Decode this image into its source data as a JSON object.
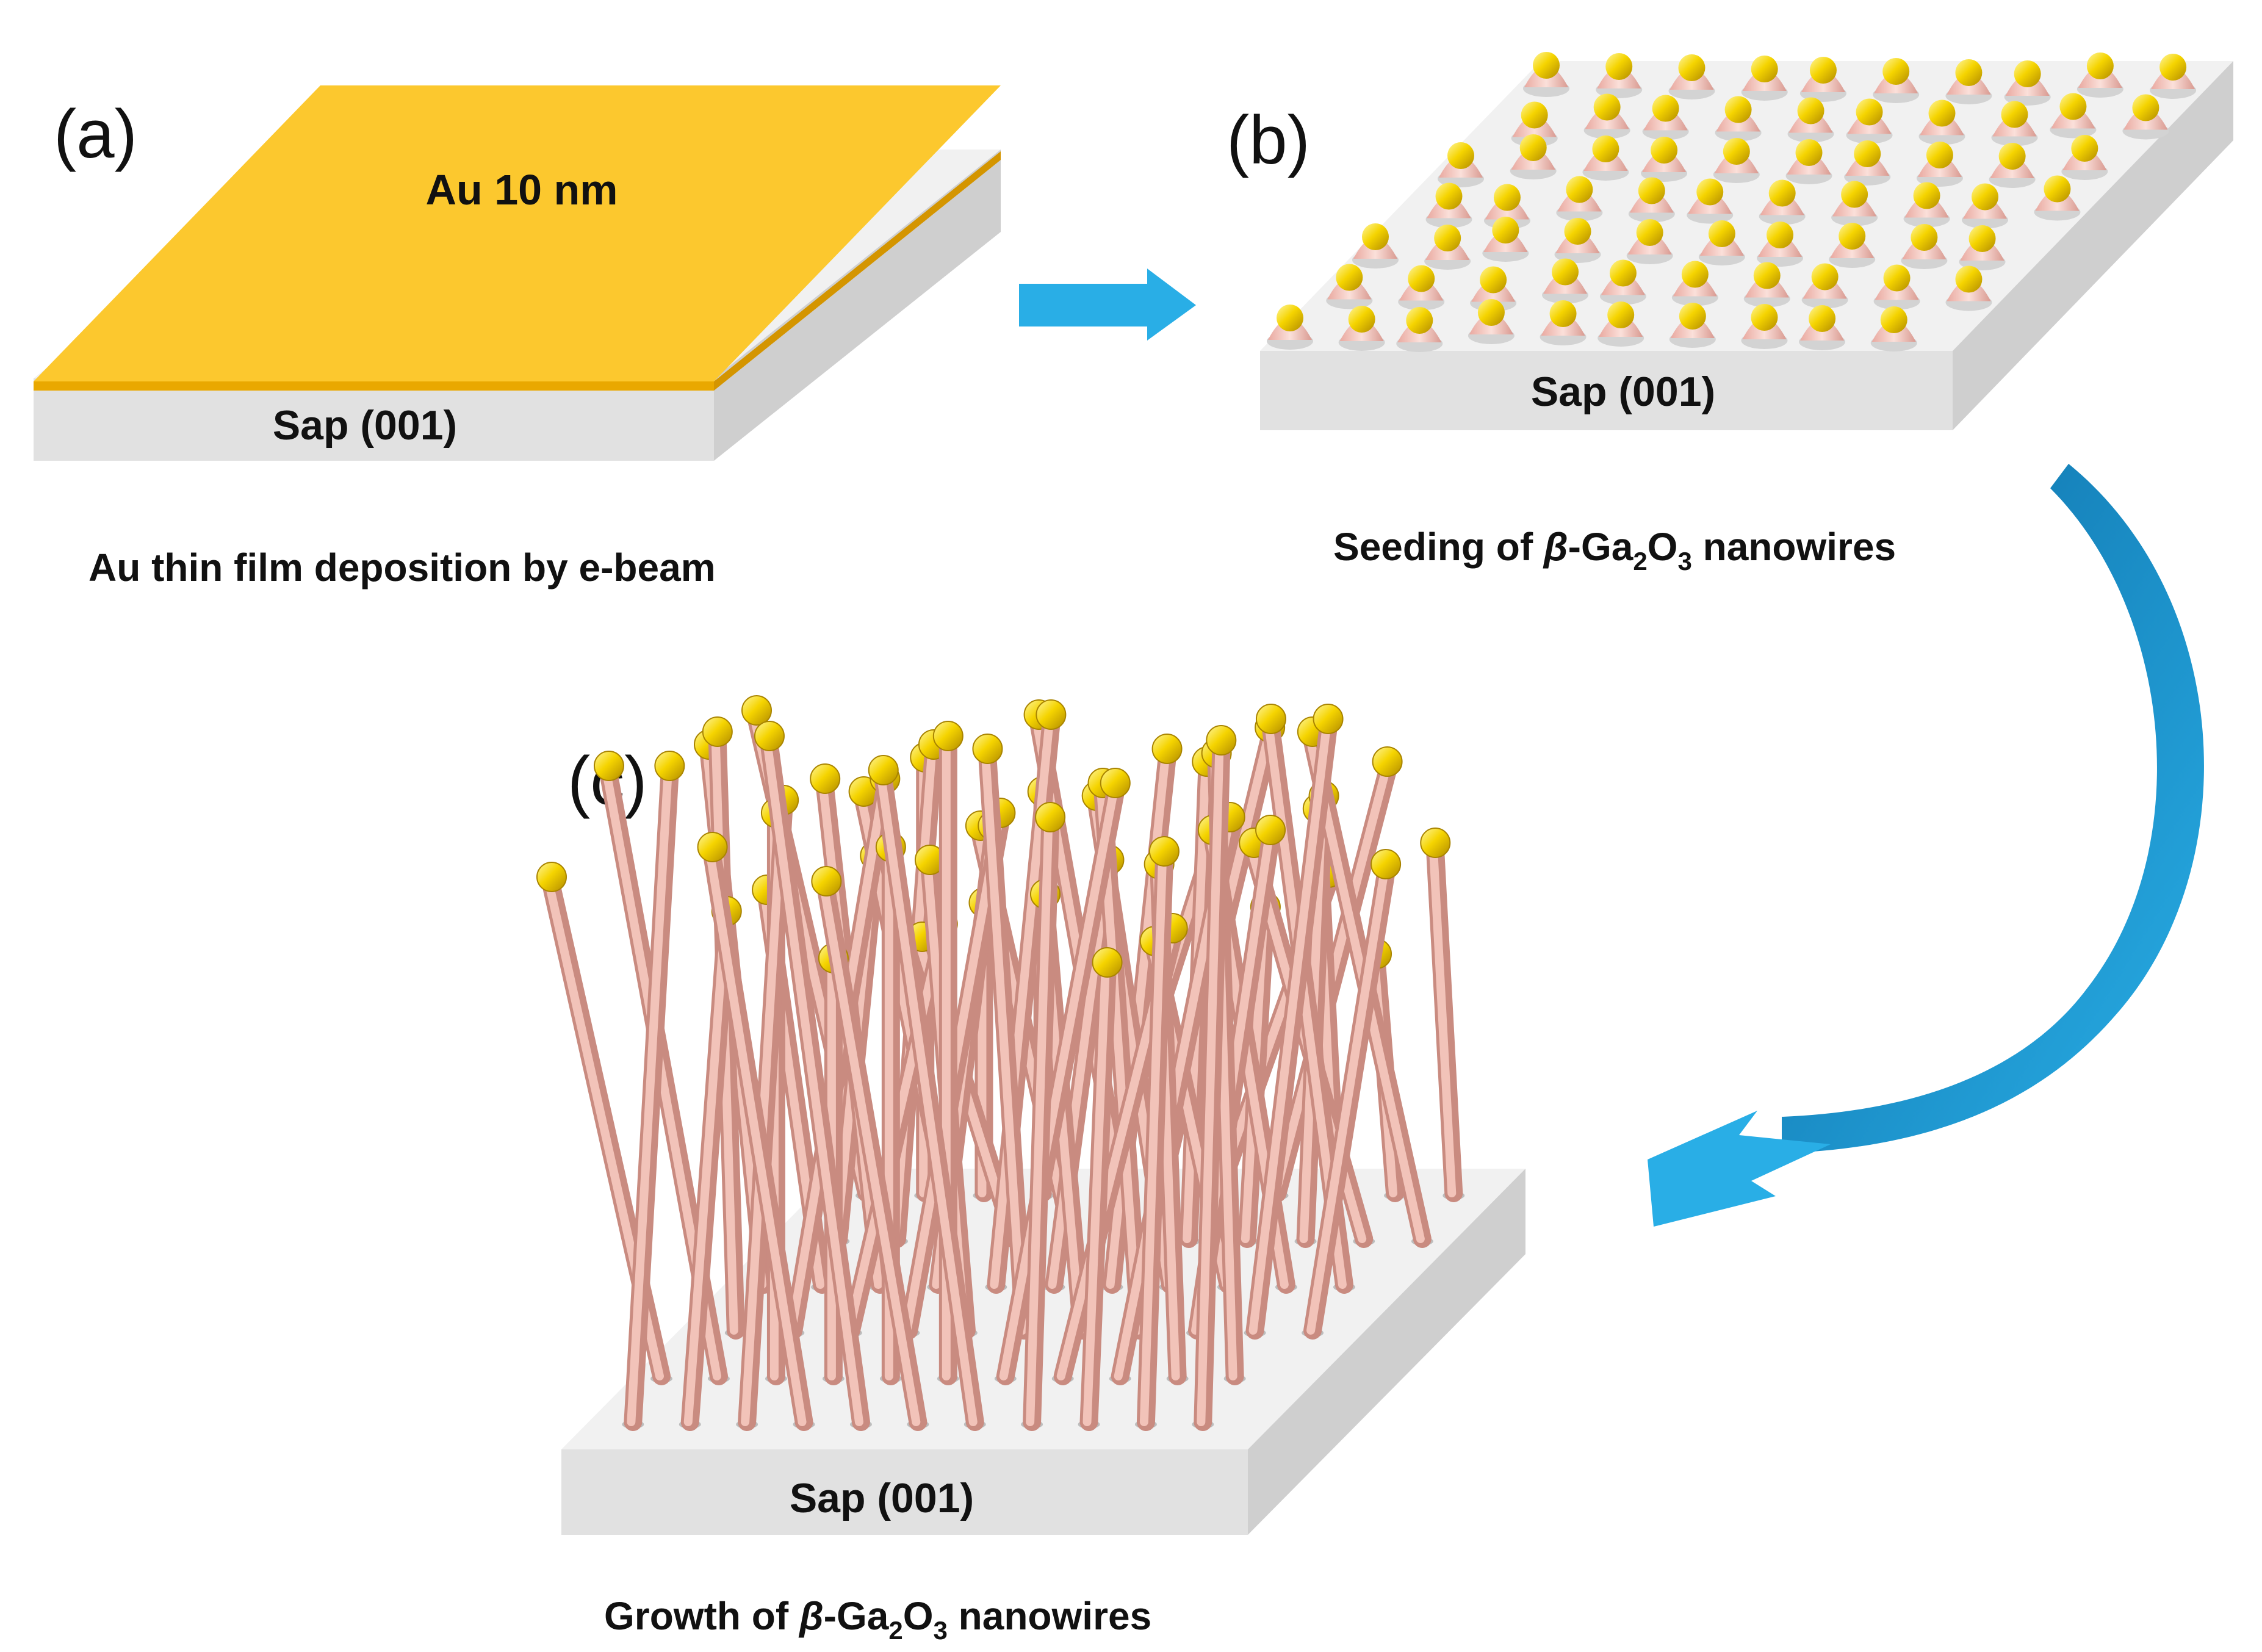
{
  "panels": {
    "a": {
      "letter": "(a)",
      "film_label": "Au 10 nm",
      "substrate_label": "Sap (001)",
      "caption": "Au thin film deposition by e-beam"
    },
    "b": {
      "letter": "(b)",
      "substrate_label": "Sap (001)",
      "caption_prefix": "Seeding of ",
      "caption_beta": "β",
      "caption_ga": "-Ga",
      "caption_sub2": "2",
      "caption_o": "O",
      "caption_sub3": "3",
      "caption_suffix": " nanowires"
    },
    "c": {
      "letter": "(c)",
      "substrate_label": "Sap (001)",
      "caption_prefix": "Growth of ",
      "caption_beta": "β",
      "caption_ga": "-Ga",
      "caption_sub2": "2",
      "caption_o": "O",
      "caption_sub3": "3",
      "caption_suffix": " nanowires"
    }
  },
  "colors": {
    "gold_film": "#fcc82e",
    "gold_edge": "#e9a800",
    "substrate_top": "#f1f1f1",
    "substrate_side": "#dcdcdc",
    "nanowire": "#e8b0a6",
    "nanowire_shade": "#c98b80",
    "au_seed": "#f5d400",
    "arrow_blue": "#29aee6",
    "arrow_dark": "#0d6ea7"
  },
  "icons": {
    "arrow_ab": "right-arrow-icon",
    "arrow_bc": "curved-arrow-icon"
  }
}
